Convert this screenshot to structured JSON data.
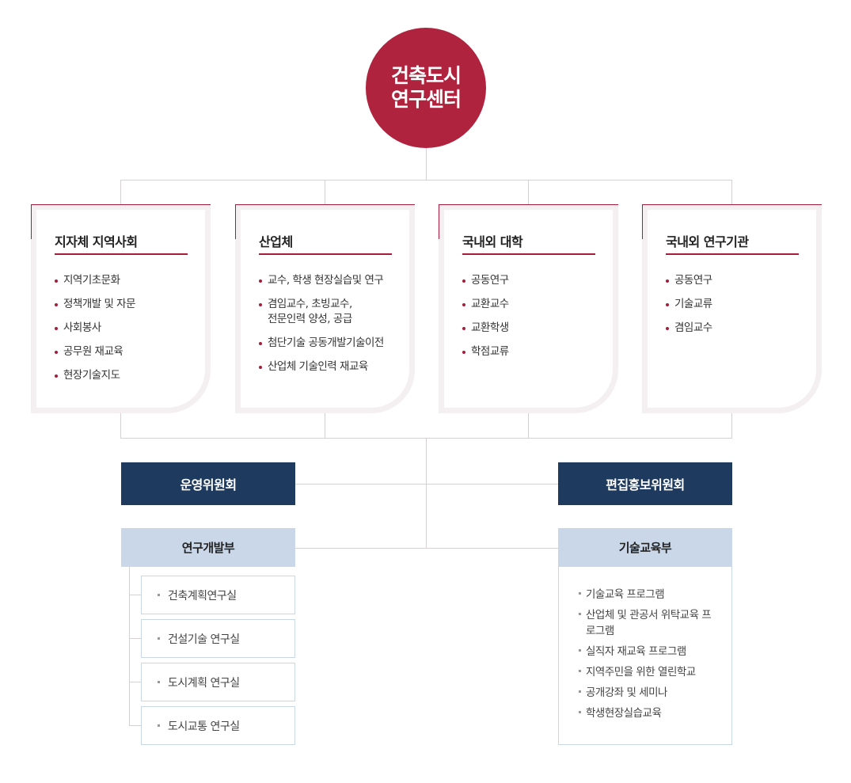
{
  "center": {
    "line1": "건축도시",
    "line2": "연구센터"
  },
  "partners": [
    {
      "title": "지자체 지역사회",
      "items": [
        "지역기초문화",
        "정책개발 및 자문",
        "사회봉사",
        "공무원 재교육",
        "현장기술지도"
      ]
    },
    {
      "title": "산업체",
      "items": [
        "교수, 학생 현장실습및 연구",
        "겸임교수, 초빙교수, 전문인력 양성, 공급",
        "첨단기술 공동개발기술이전",
        "산업체 기술인력 재교육"
      ]
    },
    {
      "title": "국내외 대학",
      "items": [
        "공동연구",
        "교환교수",
        "교환학생",
        "학점교류"
      ]
    },
    {
      "title": "국내외 연구기관",
      "items": [
        "공동연구",
        "기술교류",
        "겸임교수"
      ]
    }
  ],
  "committees": {
    "left": "운영위원회",
    "right": "편집홍보위원회"
  },
  "rnd": {
    "title": "연구개발부",
    "labs": [
      "건축계획연구실",
      "건설기술 연구실",
      "도시계획 연구실",
      "도시교통 연구실"
    ]
  },
  "education": {
    "title": "기술교육부",
    "items": [
      "기술교육 프로그램",
      "산업체 및 관공서 위탁교육 프로그램",
      "실직자 재교육 프로그램",
      "지역주민을 위한 열린학교",
      "공개강좌 및 세미나",
      "학생현장실습교육"
    ]
  },
  "colors": {
    "accent": "#b0233f",
    "navy": "#1e3a5f",
    "lightBlue": "#c9d7e9"
  }
}
